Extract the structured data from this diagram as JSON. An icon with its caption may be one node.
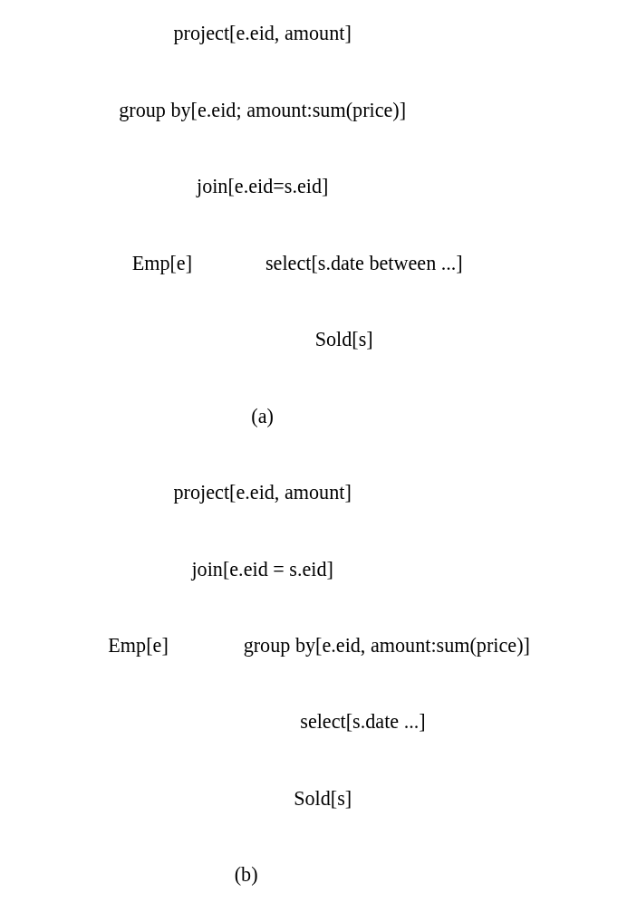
{
  "diagram": {
    "labels": [
      "project[e.eid, amount]",
      "group by[e.eid; amount:sum(price)]",
      "join[e.eid=s.eid]",
      "Emp[e]",
      "select[s.date between ...]",
      "Sold[s]",
      "(a)",
      "project[e.eid, amount]",
      "join[e.eid = s.eid]",
      "Emp[e]",
      "group by[e.eid, amount:sum(price)]",
      "select[s.date ...]",
      "Sold[s]",
      "(b)"
    ]
  }
}
